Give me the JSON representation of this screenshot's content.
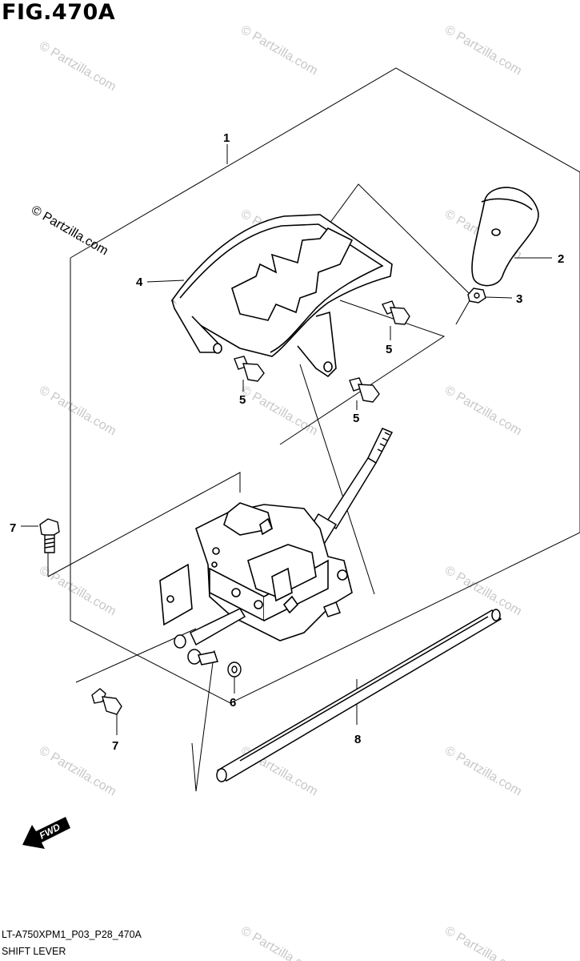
{
  "figure": {
    "title": "FIG.470A"
  },
  "watermark": {
    "text": "© Partzilla.com"
  },
  "callouts": {
    "c1": "1",
    "c2": "2",
    "c3": "3",
    "c4": "4",
    "c5a": "5",
    "c5b": "5",
    "c5c": "5",
    "c6": "6",
    "c7a": "7",
    "c7b": "7",
    "c8": "8"
  },
  "direction": {
    "label": "FWD"
  },
  "footer": {
    "code": "LT-A750XPM1_P03_P28_470A",
    "caption": "SHIFT LEVER"
  }
}
